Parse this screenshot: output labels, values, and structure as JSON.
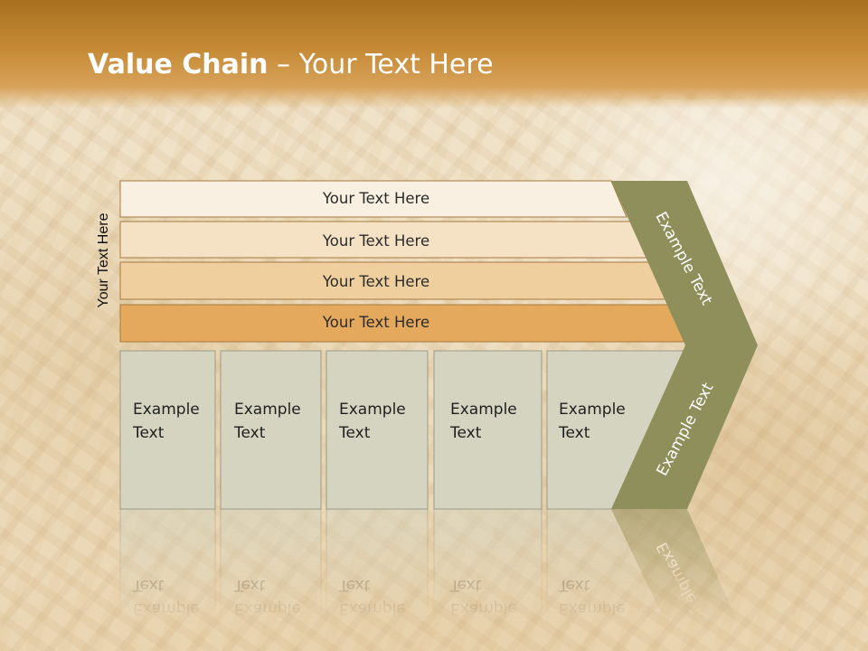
{
  "slide": {
    "title_bold": "Value Chain",
    "title_rest": " – Your Text Here",
    "vertical_label": "Your Text Here"
  },
  "bars": [
    {
      "label": "Your Text Here",
      "color": "#faf0e1"
    },
    {
      "label": "Your Text Here",
      "color": "#f5e2c4"
    },
    {
      "label": "Your Text Here",
      "color": "#efcf9e"
    },
    {
      "label": "Your Text Here",
      "color": "#e4a95c"
    }
  ],
  "boxes": [
    {
      "line1": "Example",
      "line2": "Text"
    },
    {
      "line1": "Example",
      "line2": "Text"
    },
    {
      "line1": "Example",
      "line2": "Text"
    },
    {
      "line1": "Example",
      "line2": "Text"
    },
    {
      "line1": "Example",
      "line2": "Text"
    }
  ],
  "chevron": {
    "upper_text": "Example Text",
    "lower_text": "Example Text",
    "color": "#8f8f5c"
  },
  "colors": {
    "header": "#c68a35",
    "box_fill": "#d4d4c1",
    "box_border": "#9b9b86",
    "bar_border": "#a57a3e"
  }
}
